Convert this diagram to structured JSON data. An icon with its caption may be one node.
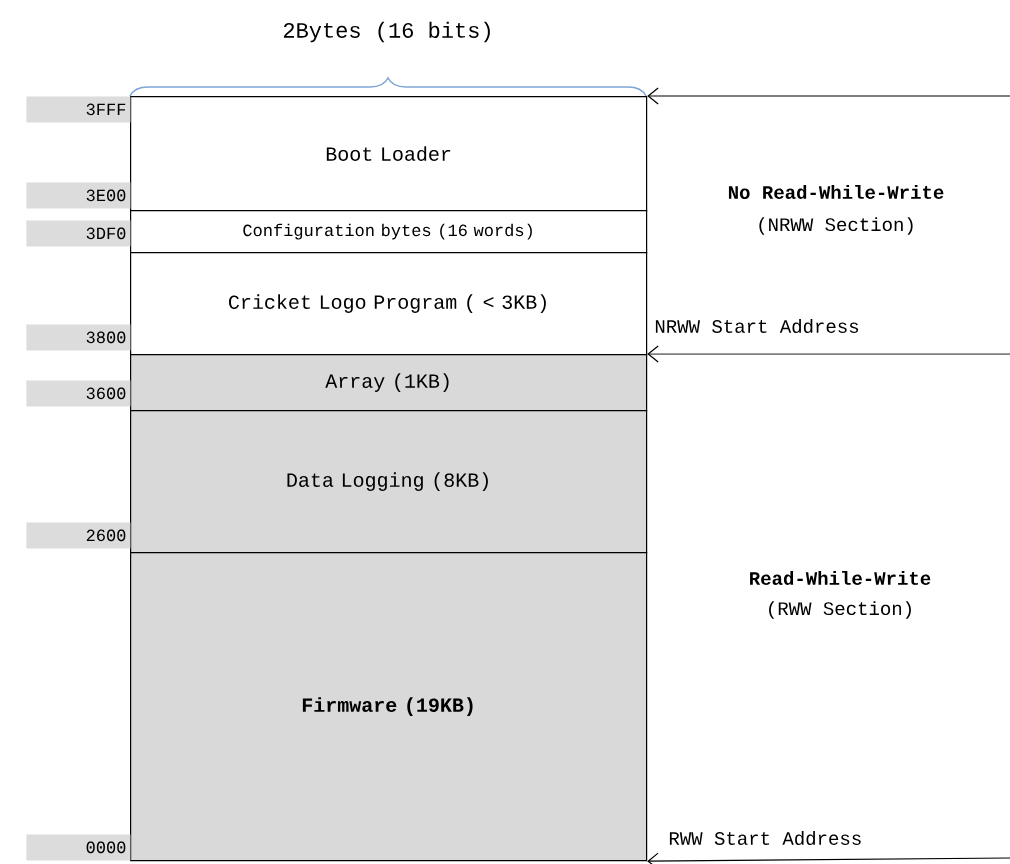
{
  "diagram": {
    "nodes": [
      {
        "text": [
          "Boot Loader"
        ]
      },
      {
        "text": [
          "Configuration bytes (16 words)"
        ]
      },
      {
        "text": [
          "Cricket Logo Program ( < 3KB)"
        ]
      },
      {
        "text": [
          "Array (1KB)"
        ]
      },
      {
        "text": [
          "Data Logging (8KB)"
        ]
      },
      {
        "text": [
          "**Firmware (19KB)**"
        ]
      }
    ],
    "edges": [
      {
        "from": null,
        "to": 0,
        "arrow": "to"
      },
      {
        "from": null,
        "to": 3,
        "arrow": "to",
        "label": "NRWW Start Address"
      },
      {
        "from": null,
        "to": 5,
        "arrow": "to",
        "label": "RWW Start Address"
      }
    ],
    "labels": [
      "2Bytes (16 bits)",
      "3FFF",
      "3E00",
      "3DF0",
      "3800",
      "3600",
      "2600",
      "0000",
      "**No Read-While-Write**",
      "(NRWW Section)",
      "**Read-While-Write**",
      "(RWW Section)"
    ]
  }
}
